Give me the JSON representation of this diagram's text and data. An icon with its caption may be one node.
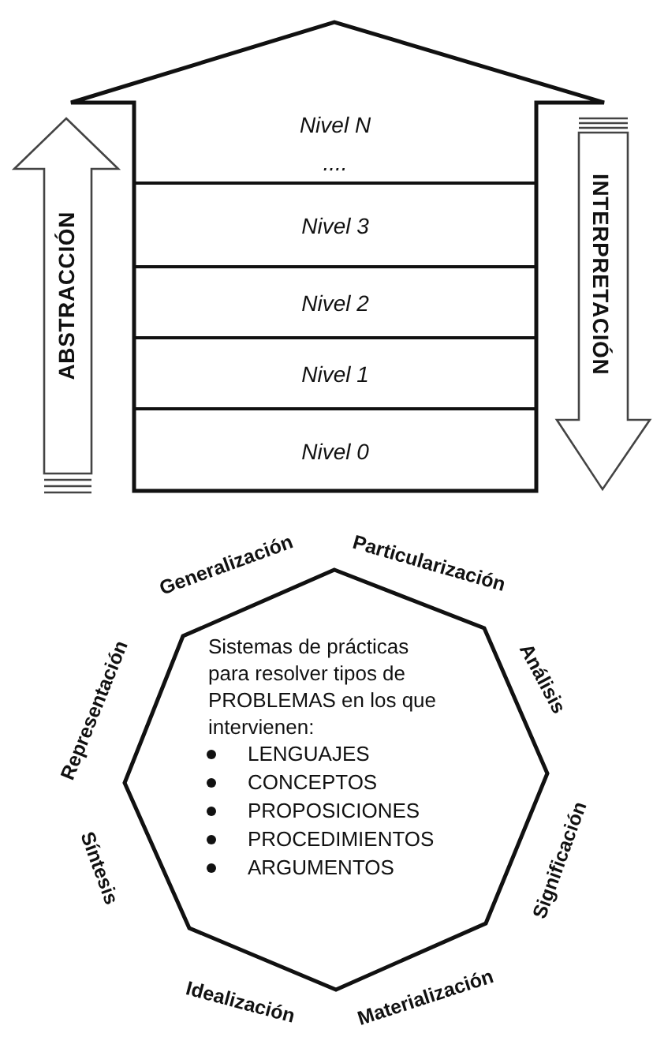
{
  "diagram": {
    "nodes": [
      {
        "text": [],
        "shape": "house"
      },
      {
        "text": [
          "Nivel N",
          "...."
        ],
        "in": 0
      },
      {
        "text": [
          "Nivel 3"
        ],
        "in": 0
      },
      {
        "text": [
          "Nivel 2"
        ],
        "in": 0
      },
      {
        "text": [
          "Nivel 1"
        ],
        "in": 0
      },
      {
        "text": [
          "Nivel 0"
        ],
        "in": 0
      },
      {
        "text": [
          "ABSTRACCIÓN"
        ]
      },
      {
        "text": [
          "INTERPRETACIÓN"
        ]
      },
      {
        "text": [
          "Sistemas de prácticas para resolver tipos de PROBLEMAS en los que intervienen:",
          "LENGUAJES",
          "CONCEPTOS",
          "PROPOSICIONES",
          "PROCEDIMIENTOS",
          "ARGUMENTOS"
        ]
      }
    ],
    "labels": [
      "Generalización",
      "Particularización",
      "Representación",
      "Análisis",
      "Síntesis",
      "Significación",
      "Idealización",
      "Materialización"
    ]
  }
}
